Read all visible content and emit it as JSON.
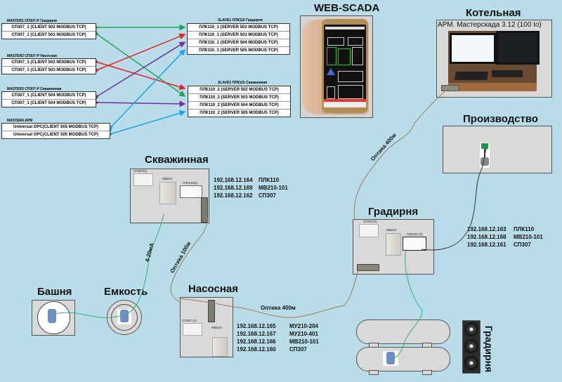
{
  "mapping": {
    "masters": [
      {
        "label": "MASTER1 СП307-Р Градирня",
        "rows": [
          "СП307_1 (CLIENT 502 MODBUS TCP)",
          "СП307_1 (CLIENT 503 MODBUS TCP)"
        ]
      },
      {
        "label": "MASTER2  СП307-Р  Насосная",
        "rows": [
          "СП307_1 (CLIENT 502 MODBUS TCP)",
          "СП307_1 (CLIENT 503 MODBUS TCP)"
        ]
      },
      {
        "label": "MASTER3  СП307-Р Скважинная",
        "rows": [
          "СП307_1 (CLIENT 504 MODBUS TCP)",
          "СП307_1 (CLIENT 504 MODBUS TCP)"
        ]
      },
      {
        "label": "MASTER4 АРМ",
        "rows": [
          "Universal OPC(CLIENT 505 MODBUS TCP)",
          "Universal OPC(CLIENT 505 MODBUS TCP)"
        ]
      }
    ],
    "slaves": [
      {
        "label": "SLAVE1 ПЛК110 Градирня",
        "rows": [
          "ПЛК110_1 (SERVER 502 MODBUS TCP)",
          "ПЛК110_1 (SERVER 503 MODBUS TCP)",
          "ПЛК110_1 (SERVER 504 MODBUS TCP)",
          "ПЛК110_1 (SERVER 505 MODBUS TCP)"
        ]
      },
      {
        "label": "SLAVE2 ПЛК110 Скважинная",
        "rows": [
          "ПЛК110_2 (SERVER 502 MODBUS TCP)",
          "ПЛК110_2 (SERVER 503 MODBUS TCP)",
          "ПЛК110_2 (SERVER 504 MODBUS TCP)",
          "ПЛК110_2 (SERVER 505 MODBUS TCP)"
        ]
      }
    ],
    "colors": {
      "green": "#1aaa55",
      "red": "#e8202a",
      "purple": "#7030a0",
      "blue": "#1aa3e8"
    }
  },
  "sites": {
    "web_scada": {
      "title": "WEB-SCADA"
    },
    "boiler": {
      "title": "Котельная",
      "caption": "АРМ. Мастерскада 3.12 (100 Io)"
    },
    "production": {
      "title": "Производство"
    },
    "well": {
      "title": "Скважинная",
      "devices": [
        "СП307(1)",
        "МВ210",
        "ПЛК110(1)"
      ],
      "ips": [
        {
          "ip": "192.168.12.164",
          "dev": "ПЛК110"
        },
        {
          "ip": "192.168.12.169",
          "dev": "МВ210-101"
        },
        {
          "ip": "192.168.12.162",
          "dev": "СП307"
        }
      ]
    },
    "cooling": {
      "title": "Градирня",
      "devices": [
        "СП307(3)",
        "МВ210",
        "ПЛК110 (2)"
      ],
      "ips": [
        {
          "ip": "192.168.12.163",
          "dev": "ПЛК110"
        },
        {
          "ip": "192.168.12.168",
          "dev": "МВ210-101"
        },
        {
          "ip": "192.168.12.161",
          "dev": "СП307"
        }
      ]
    },
    "pump": {
      "title": "Насосная",
      "devices": [
        "СП307 (2)",
        "МВ210"
      ],
      "ips": [
        {
          "ip": "192.168.12.165",
          "dev": "МУ210-204"
        },
        {
          "ip": "192.168.12.167",
          "dev": "МУ210-401"
        },
        {
          "ip": "192.168.12.166",
          "dev": "МВ210-101"
        },
        {
          "ip": "192.168.12.160",
          "dev": "СП307"
        }
      ]
    },
    "tower": {
      "title": "Башня"
    },
    "tank": {
      "title": "Емкость"
    },
    "cooling_tower_vertical": {
      "title": "Градирня"
    }
  },
  "cables": {
    "signal": "4-20мА",
    "fiber_100": "Оптика 100м",
    "fiber_400_bottom": "Оптика 400м",
    "fiber_400_diag": "Оптика 400м"
  }
}
